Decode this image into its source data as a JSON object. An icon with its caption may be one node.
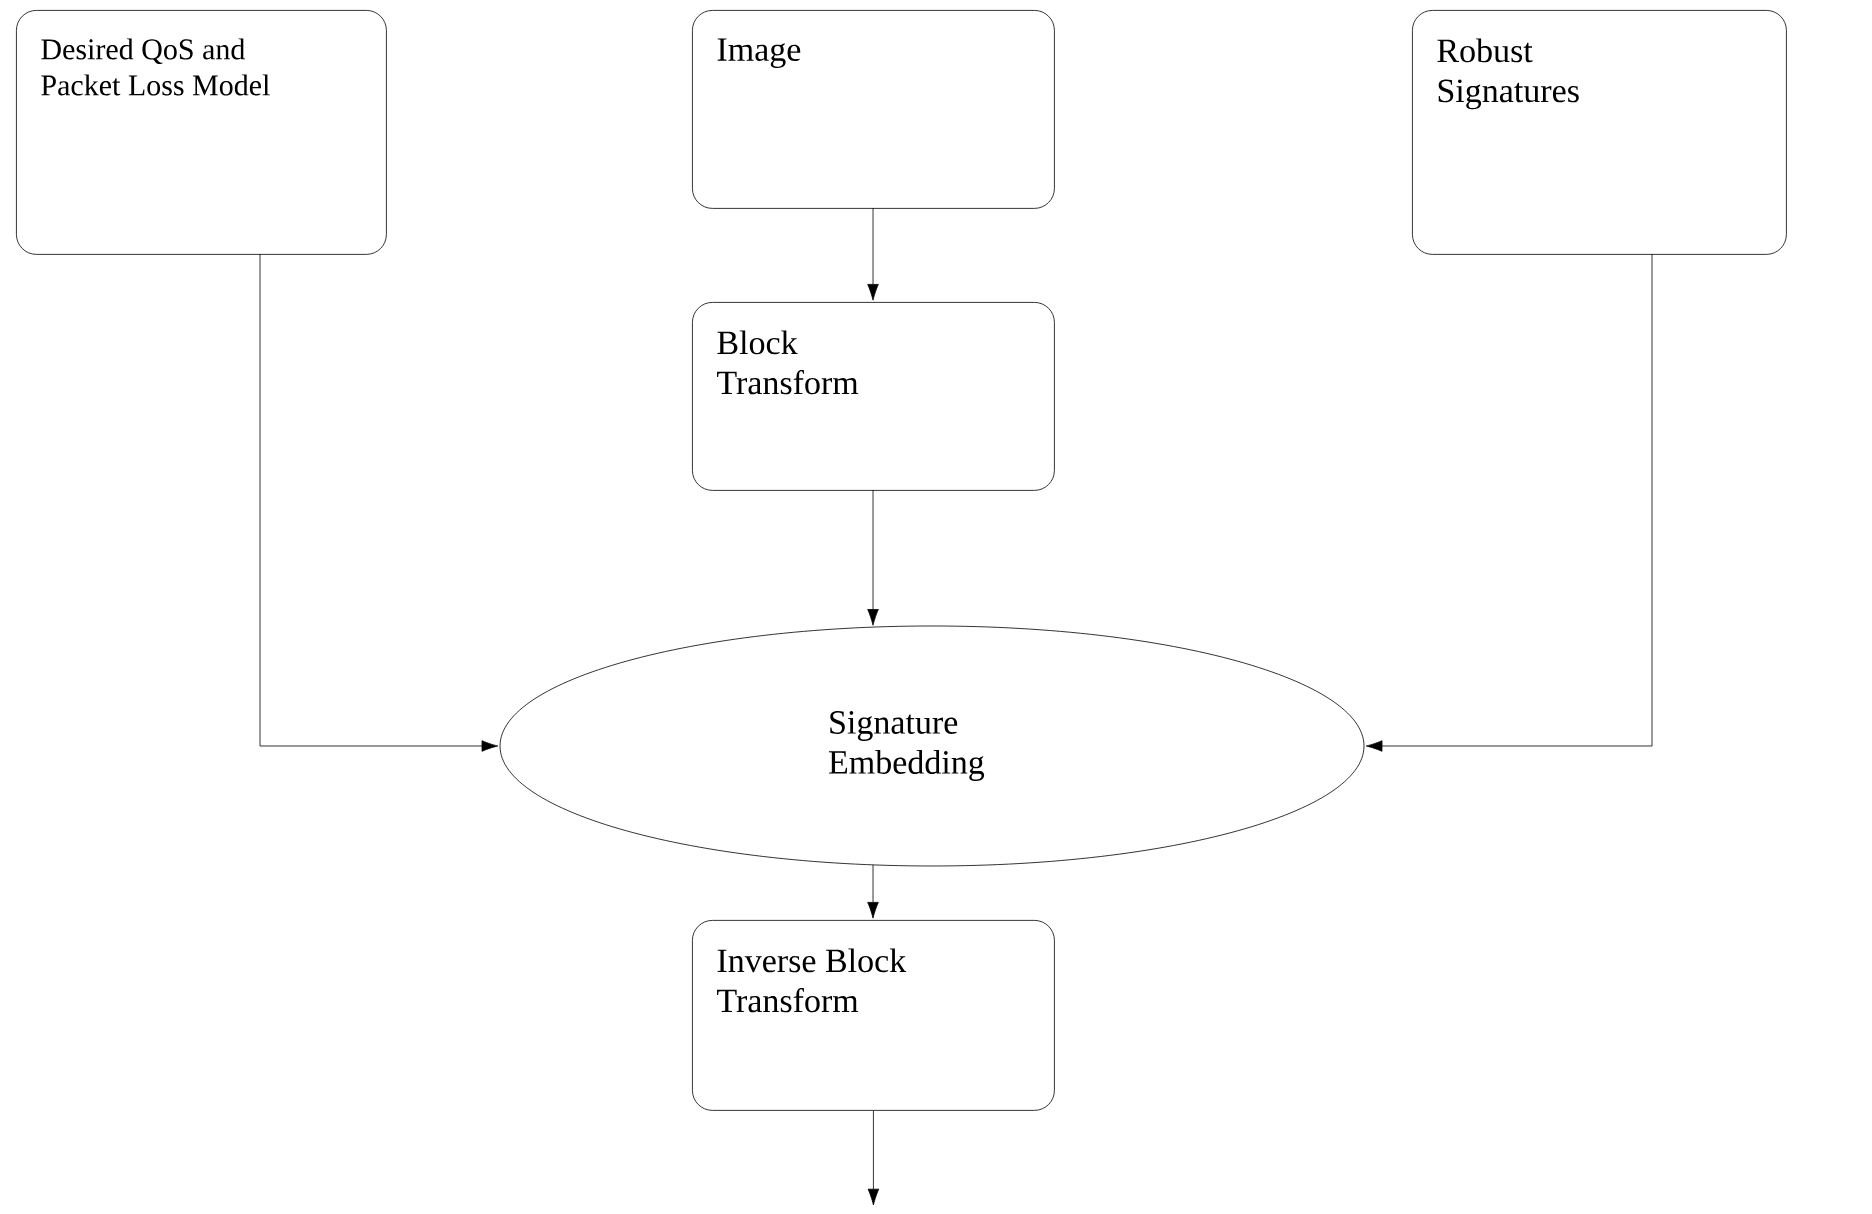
{
  "diagram": {
    "nodes": [
      {
        "text": [
          "Desired QoS and Packet Loss Model"
        ]
      },
      {
        "text": [
          "Image"
        ]
      },
      {
        "text": [
          "Robust Signatures"
        ]
      },
      {
        "text": [
          "Block Transform"
        ]
      },
      {
        "text": [
          "Signature Embedding"
        ]
      },
      {
        "text": [
          "Inverse Block Transform"
        ]
      }
    ],
    "edges": [
      {
        "from": 1,
        "to": 3,
        "arrow": "to"
      },
      {
        "from": 3,
        "to": 4,
        "arrow": "to"
      },
      {
        "from": 0,
        "to": 4,
        "arrow": "to"
      },
      {
        "from": 2,
        "to": 4,
        "arrow": "to"
      },
      {
        "from": 4,
        "to": 5,
        "arrow": "to"
      },
      {
        "from": 5,
        "to": null,
        "arrow": "to"
      }
    ]
  }
}
